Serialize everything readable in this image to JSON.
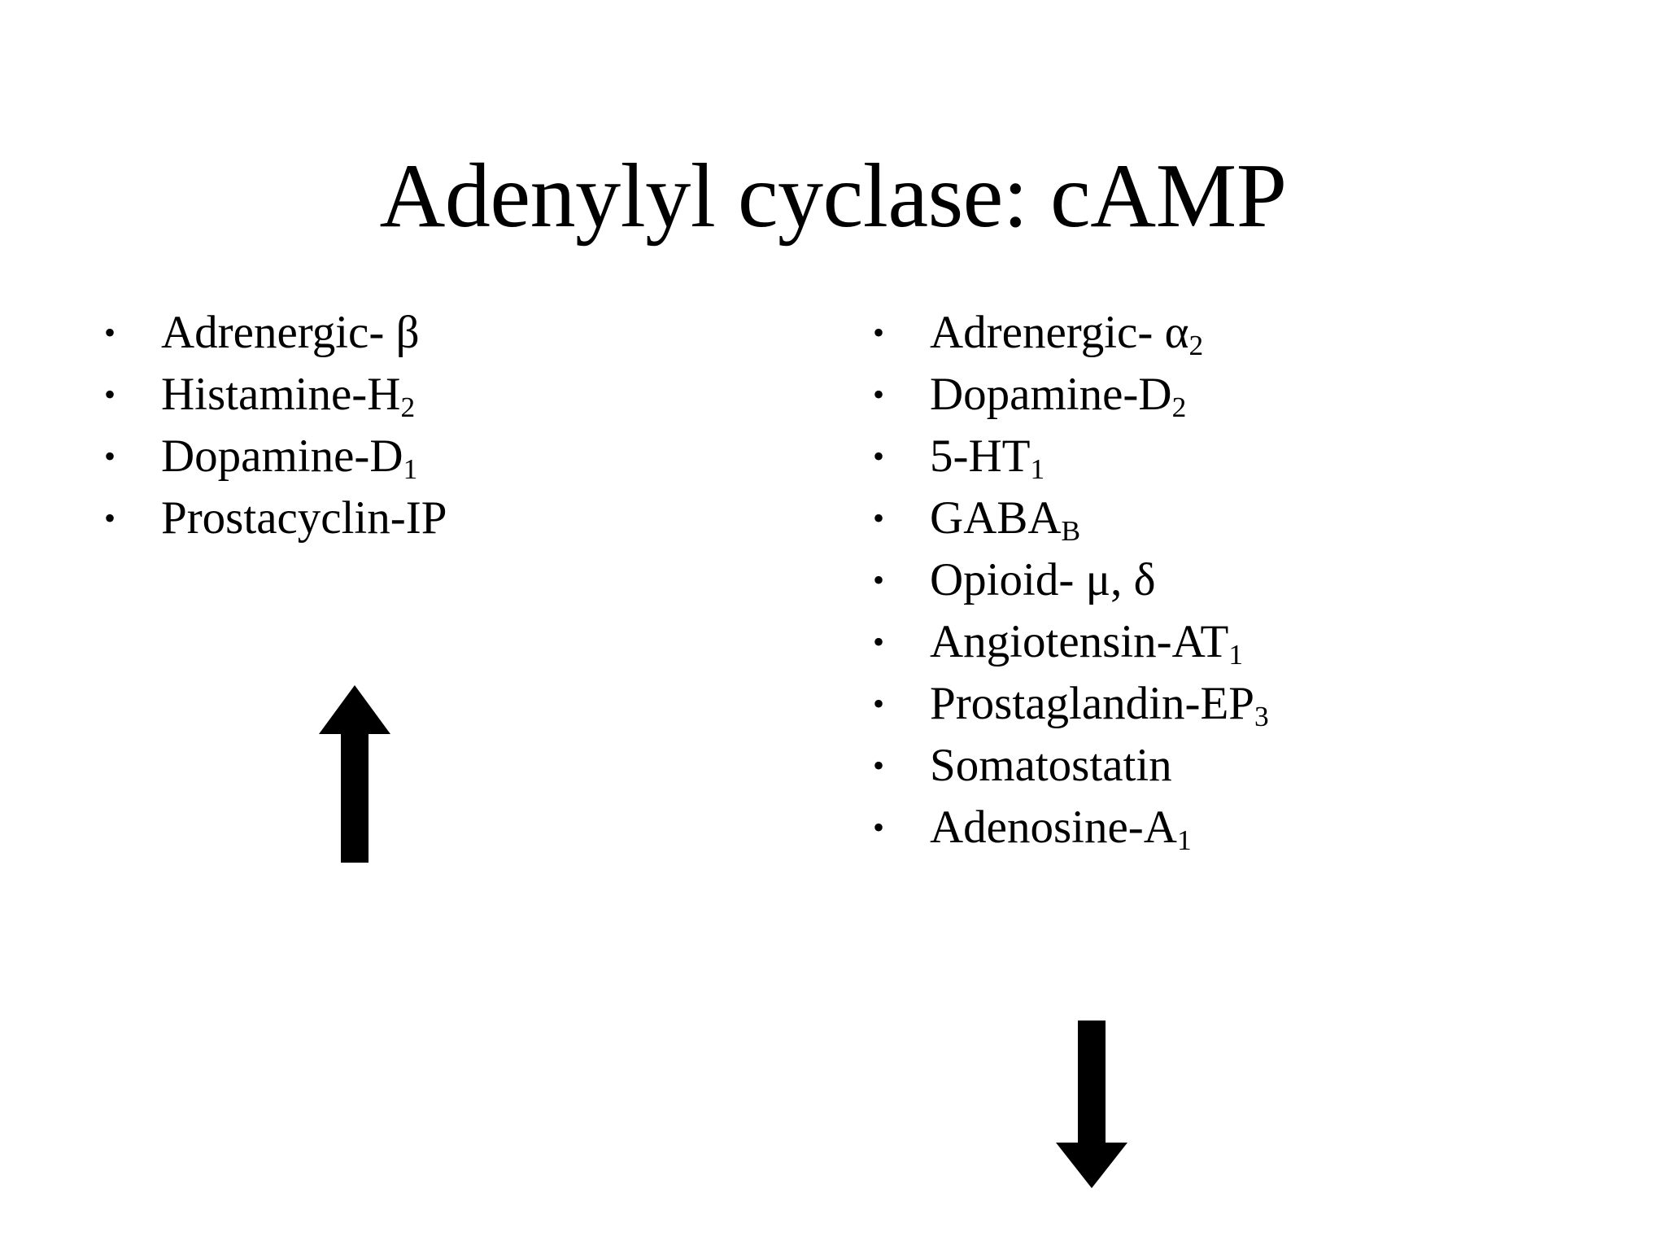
{
  "slide": {
    "title": "Adenylyl cyclase: cAMP",
    "background_color": "#ffffff",
    "text_color": "#000000"
  },
  "left_column": {
    "bullet_marker": "•",
    "items": [
      {
        "label": "Adrenergic- β",
        "base": "Adrenergic- β",
        "sub": ""
      },
      {
        "label": "Histamine-H2",
        "base": "Histamine-H",
        "sub": "2"
      },
      {
        "label": "Dopamine-D1",
        "base": "Dopamine-D",
        "sub": "1"
      },
      {
        "label": "Prostacyclin-IP",
        "base": "Prostacyclin-IP",
        "sub": ""
      }
    ],
    "arrow": {
      "name": "up-arrow",
      "direction": "up"
    }
  },
  "right_column": {
    "bullet_marker": "•",
    "items": [
      {
        "label": "Adrenergic- α2",
        "base": "Adrenergic- α",
        "sub": "2"
      },
      {
        "label": "Dopamine-D2",
        "base": "Dopamine-D",
        "sub": "2"
      },
      {
        "label": "5-HT1",
        "base": "5-HT",
        "sub": "1"
      },
      {
        "label": "GABAB",
        "base": "GABA",
        "sub": "B"
      },
      {
        "label": "Opioid- μ, δ",
        "base": "Opioid- μ, δ",
        "sub": ""
      },
      {
        "label": "Angiotensin-AT1",
        "base": "Angiotensin-AT",
        "sub": "1"
      },
      {
        "label": "Prostaglandin-EP3",
        "base": "Prostaglandin-EP",
        "sub": "3"
      },
      {
        "label": "Somatostatin",
        "base": "Somatostatin",
        "sub": ""
      },
      {
        "label": "Adenosine-A1",
        "base": "Adenosine-A",
        "sub": "1"
      }
    ],
    "arrow": {
      "name": "down-arrow",
      "direction": "down"
    }
  }
}
